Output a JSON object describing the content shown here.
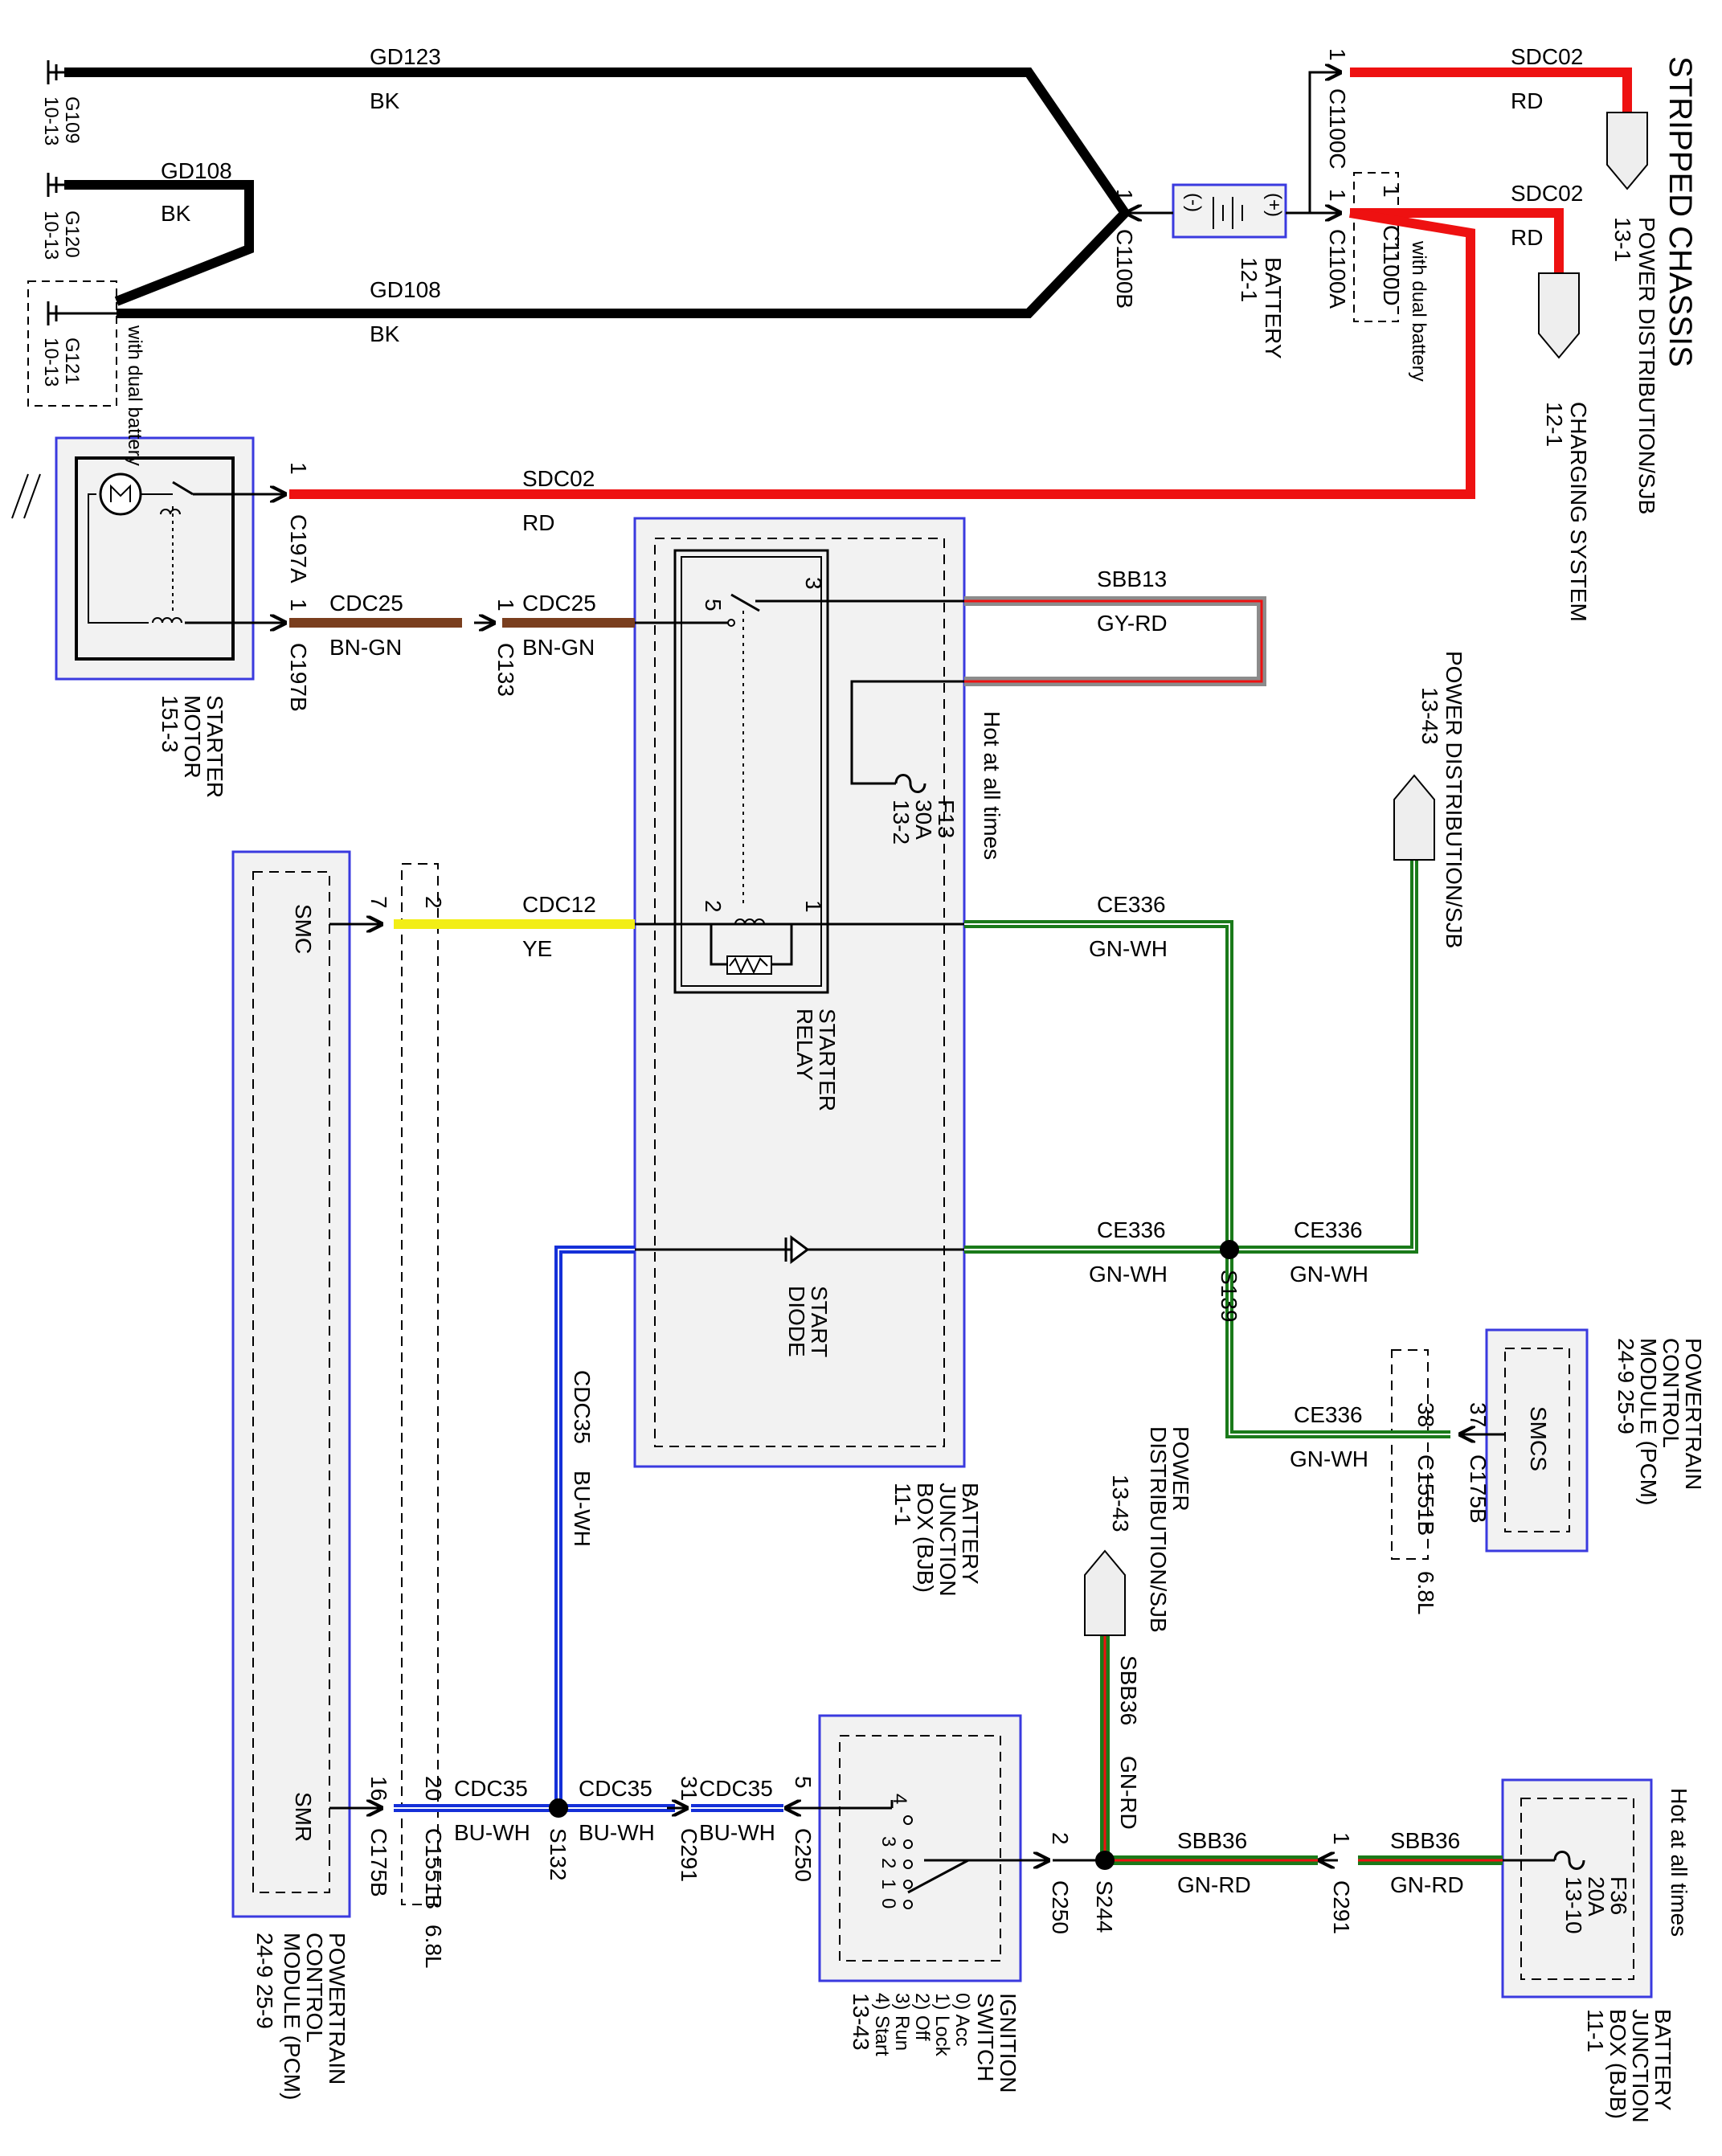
{
  "title": "STRIPPED CHASSIS",
  "colors": {
    "black": "#000000",
    "red": "#ee1111",
    "brown": "#7a3e1e",
    "gray": "#8c8c8c",
    "yellow": "#f2ee16",
    "green": "#1a7a1a",
    "blue": "#1530d8",
    "box": "#f2f2f2",
    "boxEdge": "#3a3adf"
  },
  "grounds": {
    "g109": {
      "name": "G109",
      "page": "10-13"
    },
    "g120": {
      "name": "G120",
      "page": "10-13"
    },
    "g121": {
      "name": "G121",
      "page": "10-13",
      "note": "with dual battery"
    }
  },
  "battery": {
    "name": "BATTERY",
    "page": "12-1",
    "neg": "(-)",
    "pos": "(+)"
  },
  "connectors": {
    "c1100b": "C1100B",
    "c1100a": "C1100A",
    "c1100c": "C1100C",
    "c1100d": "C1100D",
    "c197a": "C197A",
    "c197b": "C197B",
    "c133": "C133",
    "c175b": "C175B",
    "c1551b": "C1551B",
    "c291": "C291",
    "c250": "C250",
    "pin1": "1",
    "pin2": "2",
    "pin3": "3",
    "pin5": "5",
    "pin7": "7",
    "pin16": "16",
    "pin20": "20",
    "pin31": "31",
    "pin37": "37",
    "pin38": "38"
  },
  "wires": {
    "gd123": {
      "circuit": "GD123",
      "color": "BK"
    },
    "gd108": {
      "circuit": "GD108",
      "color": "BK"
    },
    "sdc02": {
      "circuit": "SDC02",
      "color": "RD"
    },
    "cdc25": {
      "circuit": "CDC25",
      "color": "BN-GN"
    },
    "sbb13": {
      "circuit": "SBB13",
      "color": "GY-RD"
    },
    "cdc12": {
      "circuit": "CDC12",
      "color": "YE"
    },
    "ce336": {
      "circuit": "CE336",
      "color": "GN-WH"
    },
    "cdc35": {
      "circuit": "CDC35",
      "color": "BU-WH"
    },
    "sbb36": {
      "circuit": "SBB36",
      "color": "GN-RD"
    }
  },
  "splices": {
    "s139": "S139",
    "s132": "S132",
    "s244": "S244"
  },
  "components": {
    "pd_sjb_1": {
      "name": "POWER DISTRIBUTION/SJB",
      "page": "13-1"
    },
    "charging": {
      "name": "CHARGING SYSTEM",
      "page": "12-1"
    },
    "starter_motor": {
      "name1": "STARTER",
      "name2": "MOTOR",
      "page": "151-3"
    },
    "bjb": {
      "name1": "BATTERY",
      "name2": "JUNCTION",
      "name3": "BOX (BJB)",
      "page": "11-1"
    },
    "starter_relay": {
      "name1": "STARTER",
      "name2": "RELAY"
    },
    "start_diode": {
      "name1": "START",
      "name2": "DIODE"
    },
    "fuse_f13": {
      "name": "F13",
      "rating": "30A",
      "page": "13-2"
    },
    "fuse_f36": {
      "name": "F36",
      "rating": "20A",
      "page": "13-10"
    },
    "pd_sjb_43a": {
      "name": "POWER DISTRIBUTION/SJB",
      "page": "13-43"
    },
    "pd_sjb_43b": {
      "name1": "POWER",
      "name2": "DISTRIBUTION/SJB",
      "page": "13-43"
    },
    "pcm": {
      "name1": "POWERTRAIN",
      "name2": "CONTROL",
      "name3": "MODULE (PCM)",
      "pages": "24-9    25-9",
      "smc": "SMC",
      "smr": "SMR",
      "smcs": "SMCS"
    },
    "ign": {
      "name1": "IGNITION",
      "name2": "SWITCH",
      "pos0": "0) Acc",
      "pos1": "1) Lock",
      "pos2": "2) Off",
      "pos3": "3) Run",
      "pos4": "4) Start",
      "page": "13-43",
      "c0": "0",
      "c1": "1",
      "c2": "2",
      "c3": "3",
      "c4": "4"
    }
  },
  "notes": {
    "hot": "Hot at all times",
    "dual": "with dual battery",
    "engine": "6.8L"
  }
}
